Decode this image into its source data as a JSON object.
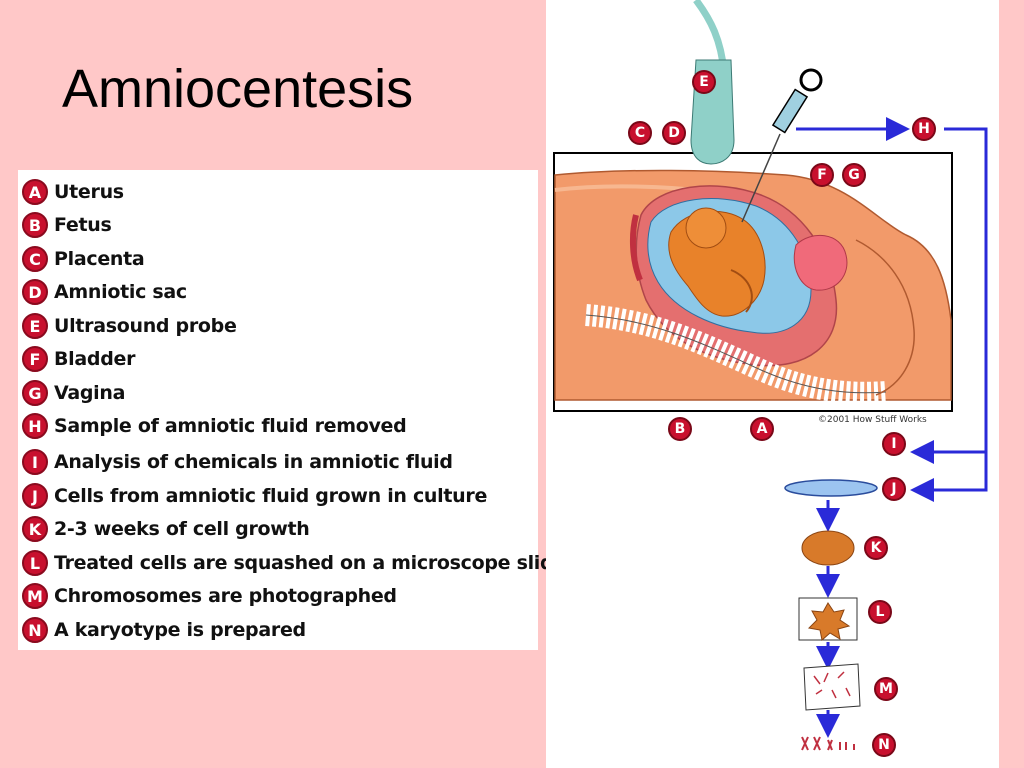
{
  "title": "Amniocentesis",
  "legend": [
    {
      "letter": "A",
      "label": "Uterus"
    },
    {
      "letter": "B",
      "label": "Fetus"
    },
    {
      "letter": "C",
      "label": "Placenta"
    },
    {
      "letter": "D",
      "label": "Amniotic sac"
    },
    {
      "letter": "E",
      "label": "Ultrasound probe"
    },
    {
      "letter": "F",
      "label": "Bladder"
    },
    {
      "letter": "G",
      "label": "Vagina"
    },
    {
      "letter": "H",
      "label": "Sample of amniotic fluid removed"
    },
    {
      "letter": "I",
      "label": "Analysis of chemicals in amniotic fluid"
    },
    {
      "letter": "J",
      "label": "Cells from amniotic fluid grown in culture"
    },
    {
      "letter": "K",
      "label": "2-3 weeks of cell growth"
    },
    {
      "letter": "L",
      "label": "Treated cells are squashed on a microscope slide"
    },
    {
      "letter": "M",
      "label": "Chromosomes are photographed"
    },
    {
      "letter": "N",
      "label": "A karyotype is prepared"
    }
  ],
  "diagram": {
    "copyright": "©2001 How Stuff Works",
    "badges": {
      "A": "A",
      "B": "B",
      "C": "C",
      "D": "D",
      "E": "E",
      "F": "F",
      "G": "G",
      "H": "H",
      "I": "I",
      "J": "J",
      "K": "K",
      "L": "L",
      "M": "M",
      "N": "N"
    }
  },
  "colors": {
    "background": "#ffc8c8",
    "badge": "#c8102e",
    "arrow": "#2a2ad8",
    "tissue": "#f0905a",
    "fluid": "#8cc8e8",
    "fetus": "#e8822a",
    "probe": "#8fd0c8"
  }
}
